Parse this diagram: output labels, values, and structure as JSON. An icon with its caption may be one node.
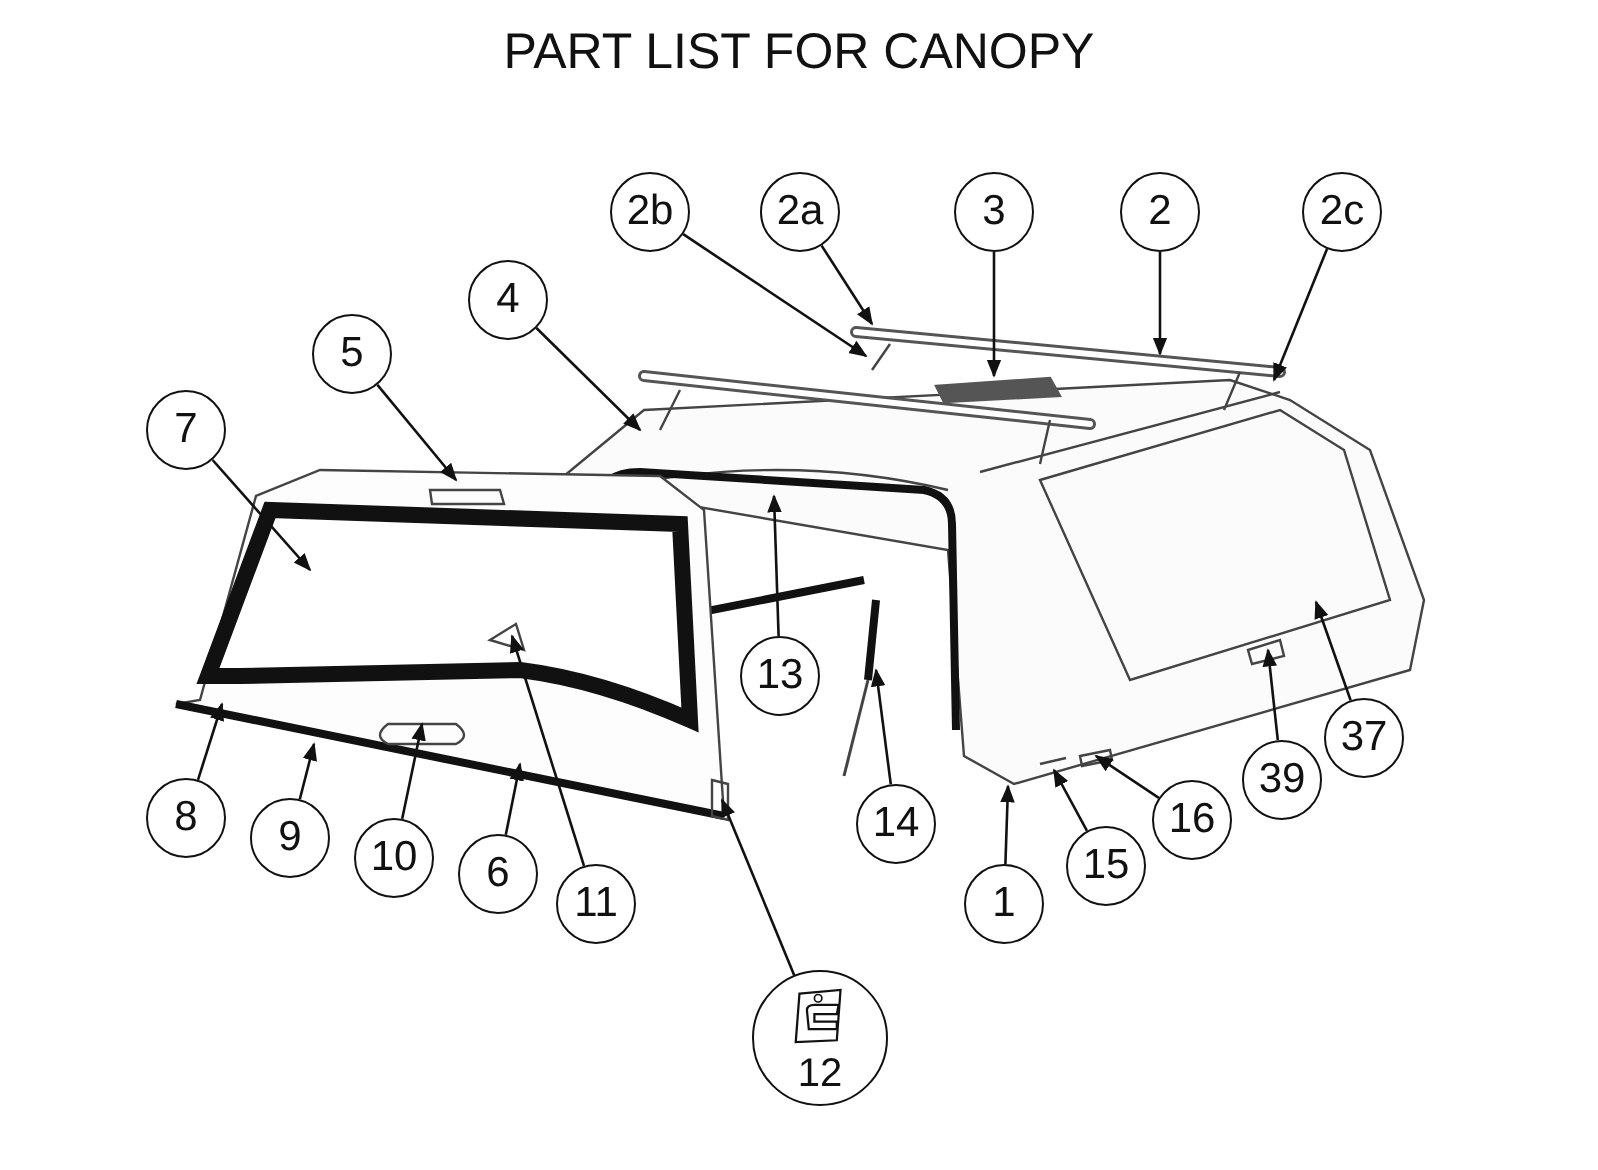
{
  "diagram": {
    "title": "PART LIST FOR CANOPY",
    "nodes": [
      {
        "text": [
          "2b"
        ]
      },
      {
        "text": [
          "2a"
        ]
      },
      {
        "text": [
          "3"
        ]
      },
      {
        "text": [
          "2"
        ]
      },
      {
        "text": [
          "2c"
        ]
      },
      {
        "text": [
          "4"
        ]
      },
      {
        "text": [
          "5"
        ]
      },
      {
        "text": [
          "7"
        ]
      },
      {
        "text": [
          "13"
        ]
      },
      {
        "text": [
          "37"
        ]
      },
      {
        "text": [
          "39"
        ]
      },
      {
        "text": [
          "14"
        ]
      },
      {
        "text": [
          "8"
        ]
      },
      {
        "text": [
          "9"
        ]
      },
      {
        "text": [
          "10"
        ]
      },
      {
        "text": [
          "6"
        ]
      },
      {
        "text": [
          "11"
        ]
      },
      {
        "text": [
          "16"
        ]
      },
      {
        "text": [
          "15"
        ]
      },
      {
        "text": [
          "1"
        ]
      },
      {
        "text": [
          "12"
        ]
      }
    ],
    "edges": [
      {
        "from": 0,
        "to": null,
        "arrow": "to"
      },
      {
        "from": 1,
        "to": null,
        "arrow": "to"
      },
      {
        "from": 2,
        "to": null,
        "arrow": "to"
      },
      {
        "from": 3,
        "to": null,
        "arrow": "to"
      },
      {
        "from": 4,
        "to": null,
        "arrow": "to"
      },
      {
        "from": 5,
        "to": null,
        "arrow": "to"
      },
      {
        "from": 6,
        "to": null,
        "arrow": "to"
      },
      {
        "from": 7,
        "to": null,
        "arrow": "to"
      },
      {
        "from": 8,
        "to": null,
        "arrow": "to"
      },
      {
        "from": 9,
        "to": null,
        "arrow": "to"
      },
      {
        "from": 10,
        "to": null,
        "arrow": "to"
      },
      {
        "from": 11,
        "to": null,
        "arrow": "to"
      },
      {
        "from": 12,
        "to": null,
        "arrow": "to"
      },
      {
        "from": 13,
        "to": null,
        "arrow": "to"
      },
      {
        "from": 14,
        "to": null,
        "arrow": "to"
      },
      {
        "from": 15,
        "to": null,
        "arrow": "to"
      },
      {
        "from": 16,
        "to": null,
        "arrow": "to"
      },
      {
        "from": 17,
        "to": null,
        "arrow": "to"
      },
      {
        "from": 18,
        "to": null,
        "arrow": "to"
      },
      {
        "from": 19,
        "to": null,
        "arrow": "to"
      },
      {
        "from": 20,
        "to": null,
        "arrow": "to"
      }
    ]
  }
}
